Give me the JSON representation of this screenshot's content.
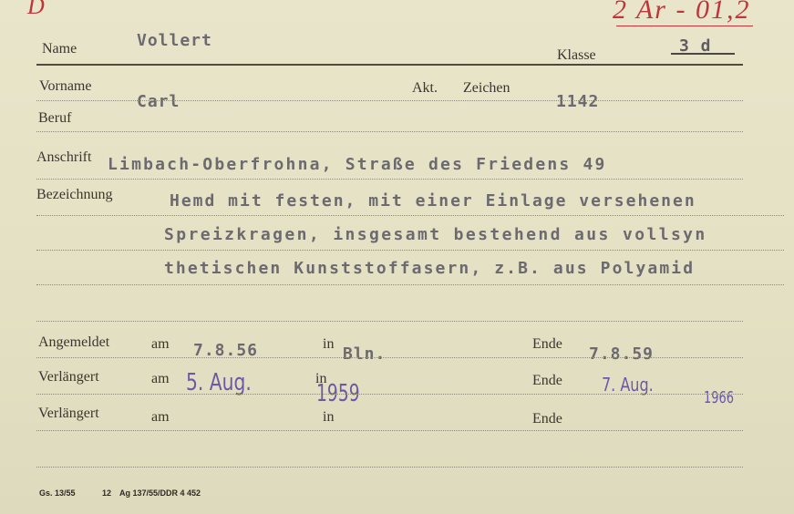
{
  "handwritten": {
    "corner_mark": "D",
    "file_number": "2 Ar - 01,2"
  },
  "labels": {
    "name": "Name",
    "klasse": "Klasse",
    "vorname": "Vorname",
    "akt": "Akt.",
    "zeichen": "Zeichen",
    "beruf": "Beruf",
    "anschrift": "Anschrift",
    "bezeichnung": "Bezeichnung",
    "angemeldet": "Angemeldet",
    "verlaengert_1": "Verlängert",
    "verlaengert_2": "Verlängert",
    "am_1": "am",
    "am_2": "am",
    "am_3": "am",
    "in_1": "in",
    "in_2": "in",
    "in_3": "in",
    "ende_1": "Ende",
    "ende_2": "Ende",
    "ende_3": "Ende"
  },
  "values": {
    "name": "Vollert",
    "klasse": "3 d",
    "vorname": "Carl",
    "zeichen": "1142",
    "anschrift": "Limbach-Oberfrohna, Straße des Friedens 49",
    "bezeichnung_1": "Hemd mit festen, mit einer Einlage versehenen",
    "bezeichnung_2": "Spreizkragen, insgesamt bestehend aus vollsyn",
    "bezeichnung_3": "thetischen Kunststoffasern, z.B. aus Polyamid",
    "angemeldet_date": "7.8.56",
    "angemeldet_place": "Bln.",
    "angemeldet_ende": "7.8.59",
    "verl1_stamp_day": "5. Aug.",
    "verl1_stamp_year": "1959",
    "verl1_ende_day": "7. Aug.",
    "verl1_ende_year": "1966"
  },
  "footer": {
    "code1": "Gs. 13/55",
    "code2": "12",
    "code3": "Ag 137/55/DDR 4 452"
  }
}
